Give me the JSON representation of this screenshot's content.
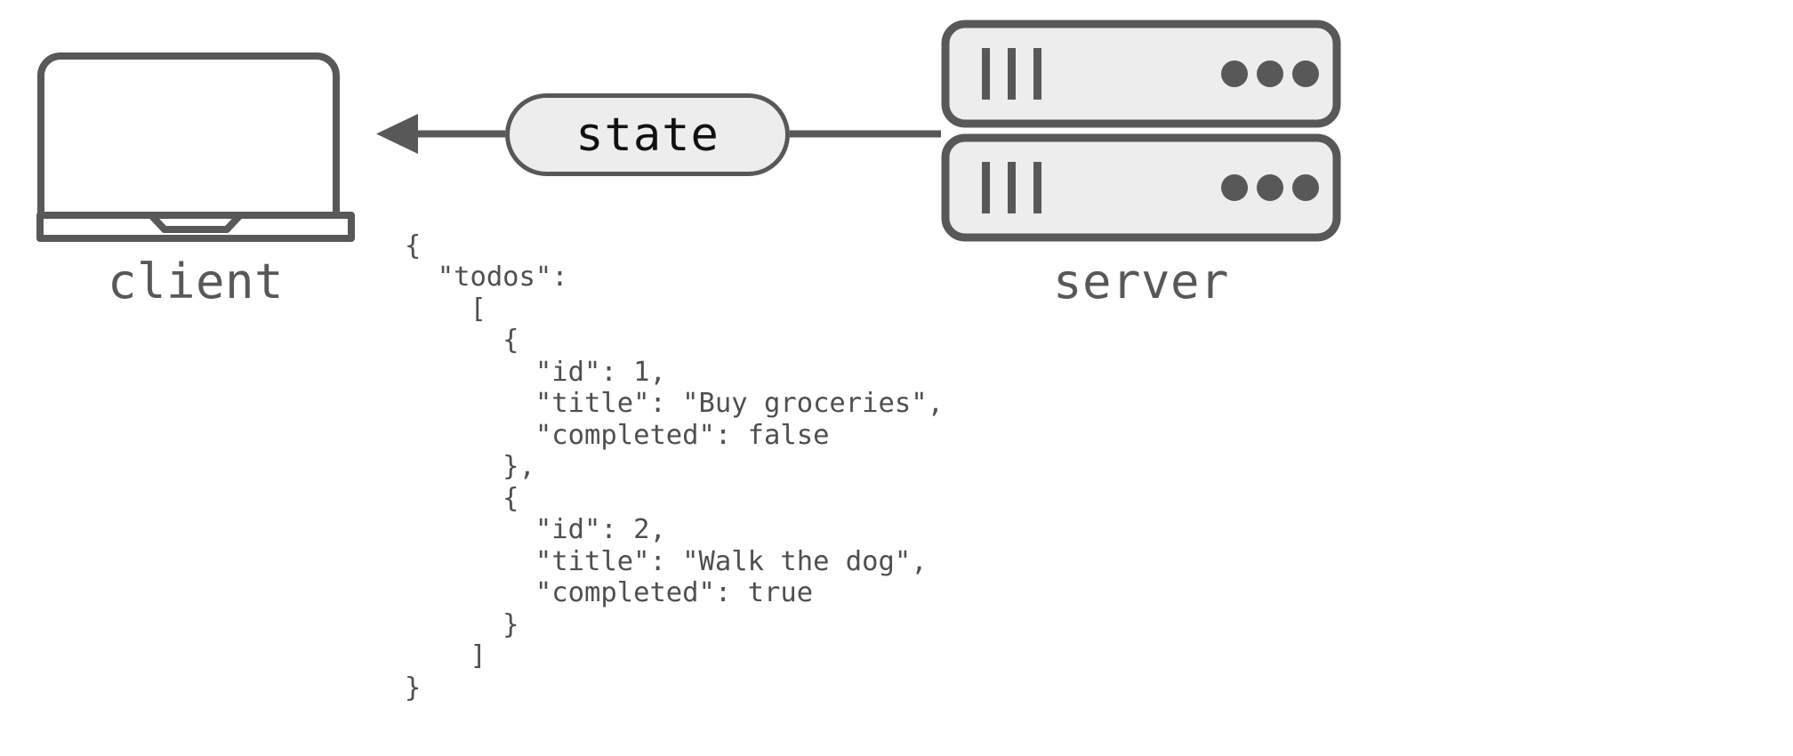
{
  "diagram": {
    "title": "client-server state transfer",
    "background_color": "#ffffff",
    "stroke_color": "#585858",
    "fill_color": "#ededed",
    "text_color": "#4f4f4f"
  },
  "nodes": {
    "client": {
      "label": "client",
      "icon": "laptop-icon"
    },
    "server": {
      "label": "server",
      "icon": "server-rack-icon",
      "units": [
        {
          "bars": 3,
          "dots": 3
        },
        {
          "bars": 3,
          "dots": 3
        }
      ]
    }
  },
  "edge": {
    "label": "state",
    "direction": "server-to-client",
    "arrowhead": "left"
  },
  "payload": {
    "lines": [
      "{",
      "  \"todos\":",
      "    [",
      "      {",
      "        \"id\": 1,",
      "        \"title\": \"Buy groceries\",",
      "        \"completed\": false",
      "      },",
      "      {",
      "        \"id\": 2,",
      "        \"title\": \"Walk the dog\",",
      "        \"completed\": true",
      "      }",
      "    ]",
      "}"
    ],
    "text": "{\n  \"todos\":\n    [\n      {\n        \"id\": 1,\n        \"title\": \"Buy groceries\",\n        \"completed\": false\n      },\n      {\n        \"id\": 2,\n        \"title\": \"Walk the dog\",\n        \"completed\": true\n      }\n    ]\n}",
    "todos": [
      {
        "id": 1,
        "title": "Buy groceries",
        "completed": false
      },
      {
        "id": 2,
        "title": "Walk the dog",
        "completed": true
      }
    ]
  }
}
